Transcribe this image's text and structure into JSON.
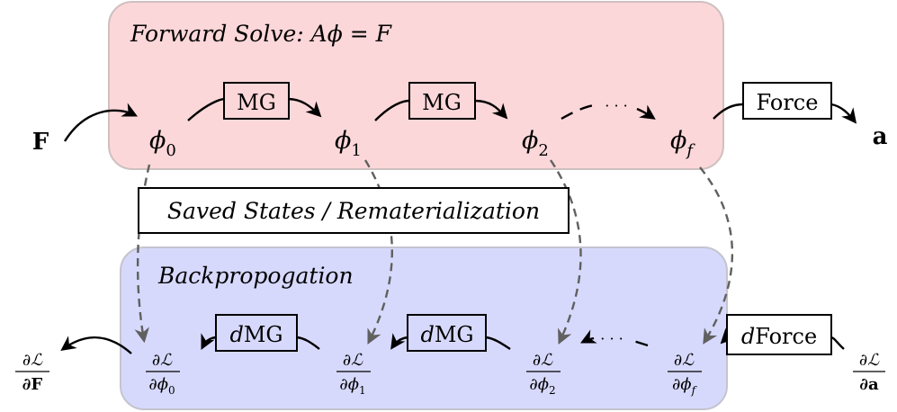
{
  "forward": {
    "title": "Forward Solve: ",
    "equation": "Aϕ = F"
  },
  "saved_label": "Saved States / Rematerialization",
  "backward": {
    "title": "Backpropogation"
  },
  "forward_nodes": [
    {
      "base": "ϕ",
      "sub": "0"
    },
    {
      "base": "ϕ",
      "sub": "1"
    },
    {
      "base": "ϕ",
      "sub": "2"
    },
    {
      "base": "ϕ",
      "sub": "f"
    }
  ],
  "forward_ops": [
    "MG",
    "MG",
    "Force"
  ],
  "forward_ellipsis": "· · ·",
  "input_label": "F",
  "output_label": "a",
  "backward_nodes": [
    {
      "num": "∂ℒ",
      "den": "∂ϕ",
      "sub": "0"
    },
    {
      "num": "∂ℒ",
      "den": "∂ϕ",
      "sub": "1"
    },
    {
      "num": "∂ℒ",
      "den": "∂ϕ",
      "sub": "2"
    },
    {
      "num": "∂ℒ",
      "den": "∂ϕ",
      "sub": "f"
    }
  ],
  "backward_ops": [
    {
      "prefix": "d",
      "name": "MG"
    },
    {
      "prefix": "d",
      "name": "MG"
    },
    {
      "prefix": "d",
      "name": "Force"
    }
  ],
  "backward_ellipsis": "· · ·",
  "grad_out": {
    "num": "∂ℒ",
    "den": "∂F"
  },
  "grad_in": {
    "num": "∂ℒ",
    "den": "∂a"
  },
  "colors": {
    "forward_fill": "#fcd7d9",
    "forward_stroke": "#cfc0c0",
    "backward_fill": "#d7d9fc",
    "backward_stroke": "#c4c4cf",
    "dashed": "#606060"
  }
}
